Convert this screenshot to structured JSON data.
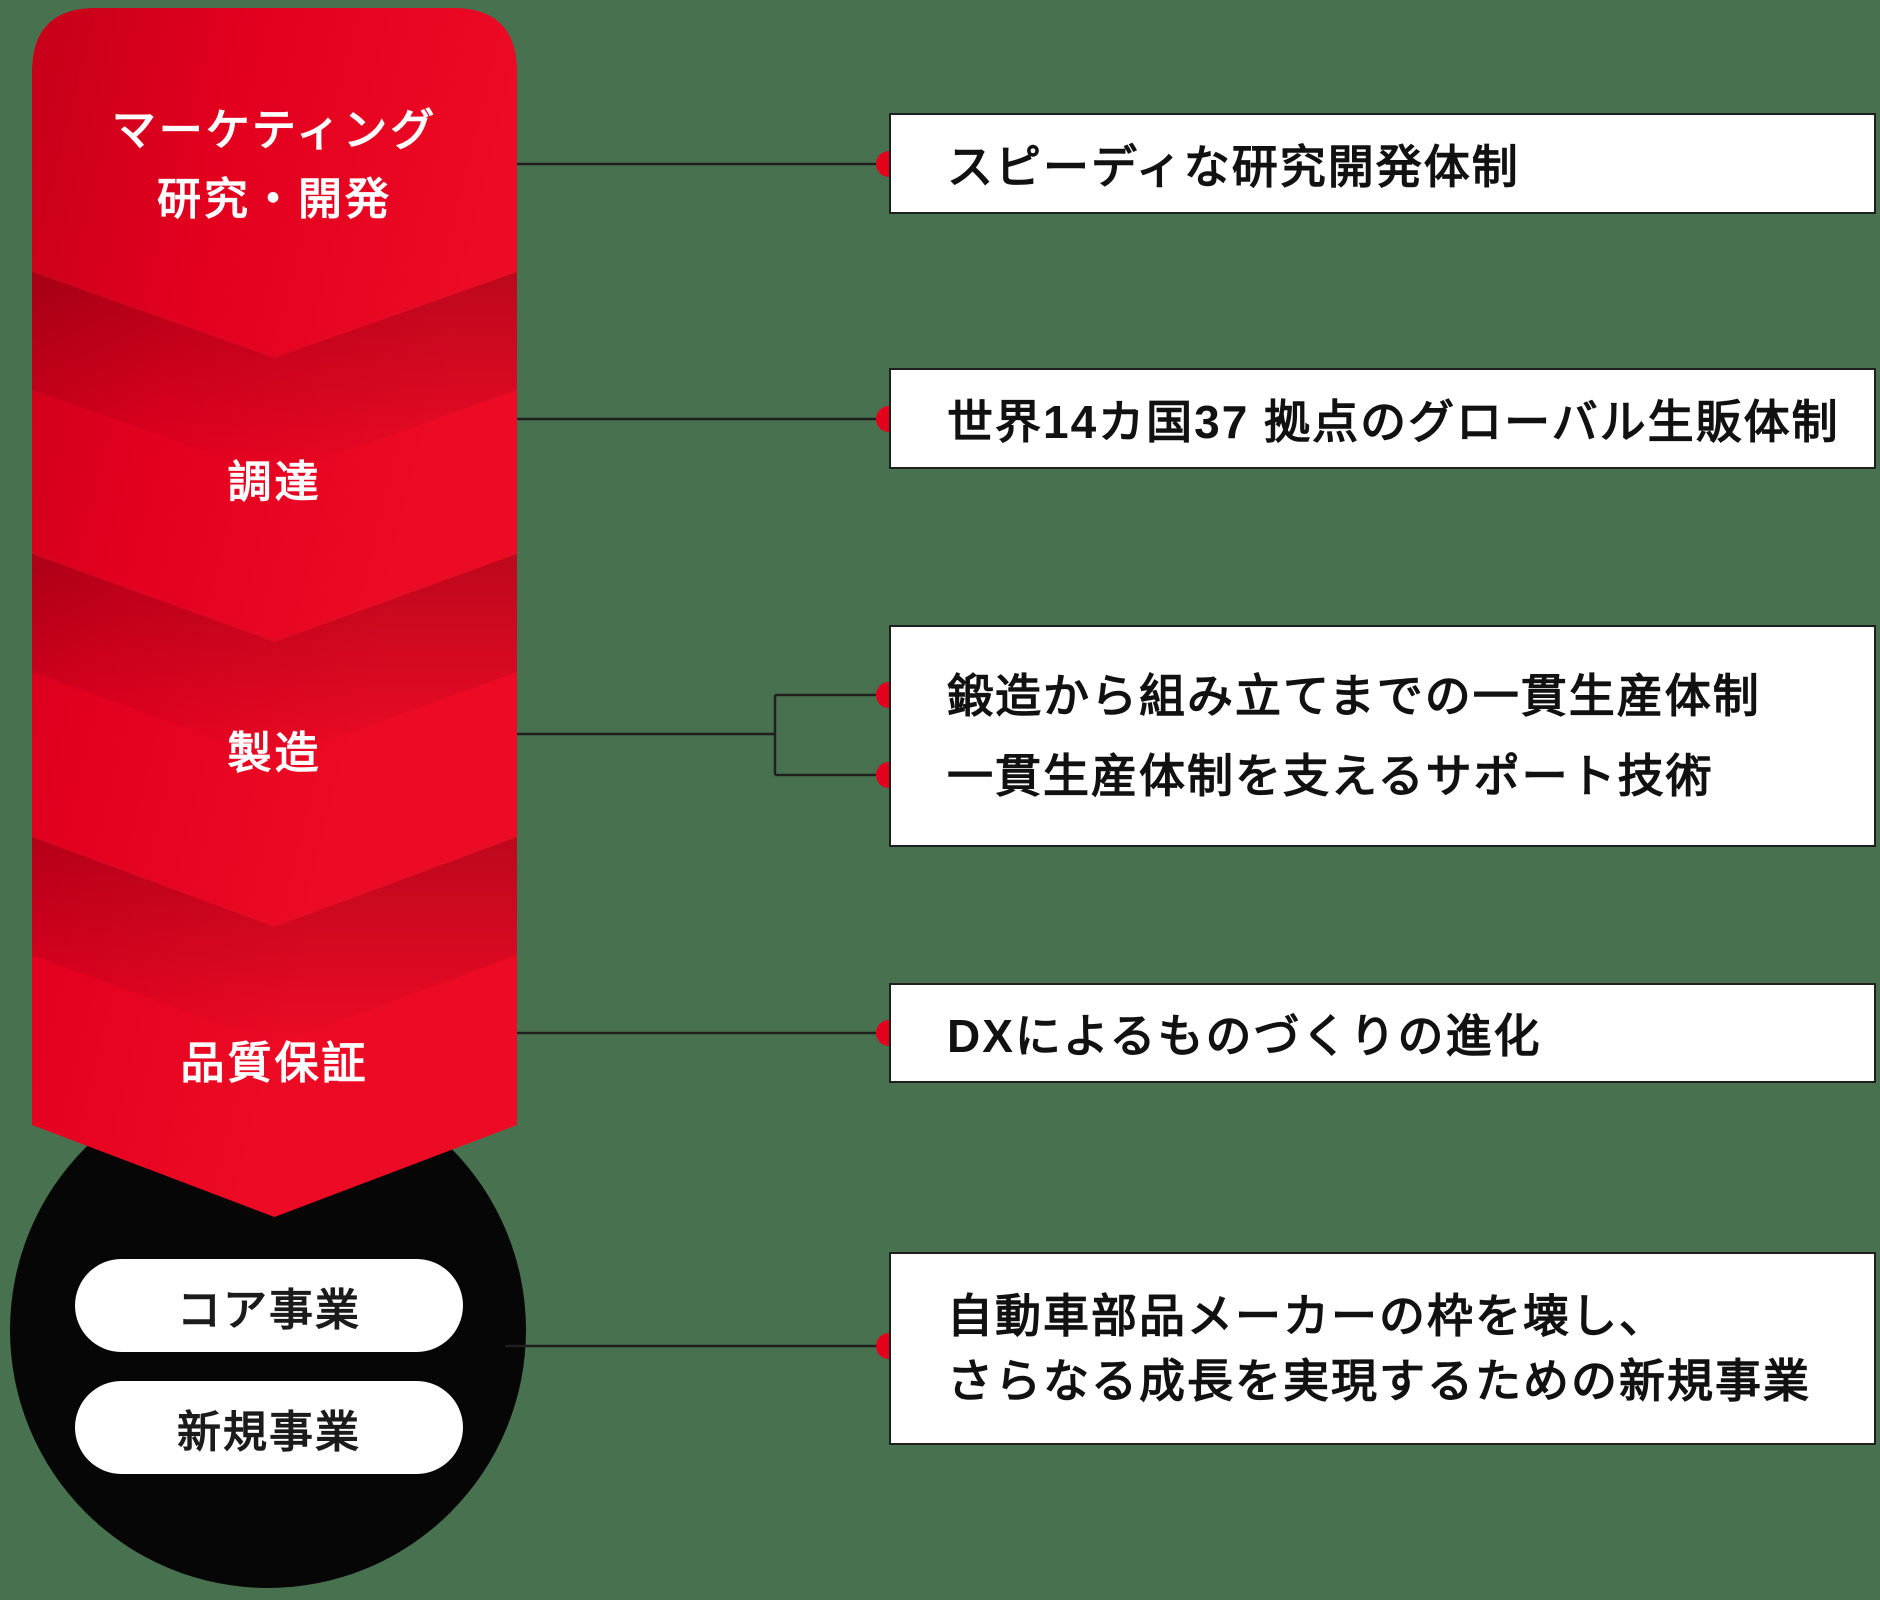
{
  "palette": {
    "background_green": "#48724f",
    "chevron_red_dark": "#c50018",
    "chevron_red": "#e3001f",
    "chevron_red_bright": "#ec0a24",
    "circle_black": "#060606",
    "connector_line": "#1f1f1f",
    "bullet_dot_red": "#e4001c",
    "box_border": "#1f1f1f",
    "box_background": "#ffffff",
    "box_text": "#111111",
    "column_text": "#ffffff"
  },
  "column": {
    "segments": [
      {
        "label_lines": [
          "マーケティング",
          "研究・開発"
        ]
      },
      {
        "label_lines": [
          "調達"
        ]
      },
      {
        "label_lines": [
          "製造"
        ]
      },
      {
        "label_lines": [
          "品質保証"
        ]
      }
    ]
  },
  "circle": {
    "pills": [
      {
        "label": "コア事業"
      },
      {
        "label": "新規事業"
      }
    ]
  },
  "boxes": [
    {
      "lines": [
        "スピーディな研究開発体制"
      ]
    },
    {
      "lines": [
        "世界14カ国37 拠点のグローバル生販体制"
      ]
    },
    {
      "lines": [
        "鍛造から組み立てまでの一貫生産体制",
        "一貫生産体制を支えるサポート技術"
      ]
    },
    {
      "lines": [
        "DXによるものづくりの進化"
      ]
    },
    {
      "lines": [
        "自動車部品メーカーの枠を壊し、",
        "さらなる成長を実現するための新規事業"
      ]
    }
  ]
}
